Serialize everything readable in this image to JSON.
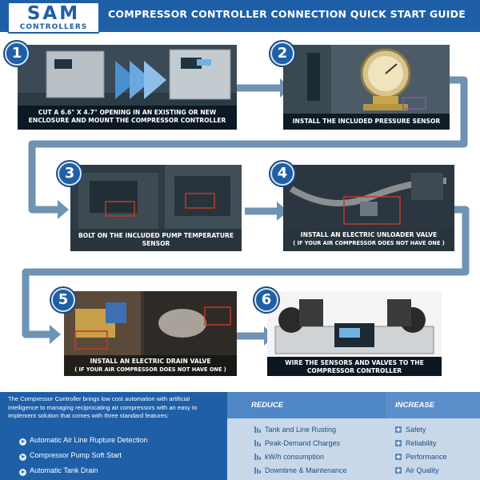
{
  "header": {
    "logo_main": "SAM",
    "logo_sub": "CONTROLLERS",
    "title": "COMPRESSOR CONTROLLER CONNECTION QUICK START GUIDE"
  },
  "steps": [
    {
      "number": "1",
      "caption": "CUT A 6.6\" X 4.7\" OPENING IN AN EXISTING OR NEW ENCLOSURE AND MOUNT THE COMPRESSOR CONTROLLER",
      "sub": ""
    },
    {
      "number": "2",
      "caption": "INSTALL THE INCLUDED PRESSURE SENSOR",
      "sub": ""
    },
    {
      "number": "3",
      "caption": "BOLT ON THE INCLUDED PUMP TEMPERATURE SENSOR",
      "sub": ""
    },
    {
      "number": "4",
      "caption": "INSTALL AN ELECTRIC UNLOADER VALVE",
      "sub": "( IF YOUR AIR COMPRESSOR DOES NOT HAVE ONE )"
    },
    {
      "number": "5",
      "caption": "INSTALL AN ELECTRIC DRAIN VALVE",
      "sub": "( IF YOUR AIR COMPRESSOR DOES NOT HAVE ONE )"
    },
    {
      "number": "6",
      "caption": "WIRE THE SENSORS AND VALVES TO THE COMPRESSOR CONTROLLER",
      "sub": ""
    }
  ],
  "intro": "The Compressor Controller brings low cost automation with artificial intelligence to managing reciprocating air compressors with an easy to implement solution that comes with three standard features:",
  "features": [
    "Automatic Air Line Rupture Detection",
    "Compressor Pump Soft Start",
    "Automatic Tank Drain"
  ],
  "reduce": {
    "heading": "REDUCE",
    "items": [
      "Tank and Line Rusting",
      "Peak-Demand Charges",
      "kW/h consumption",
      "Downtime & Maintenance"
    ]
  },
  "increase": {
    "heading": "INCREASE",
    "items": [
      "Safety",
      "Reliability",
      "Performance",
      "Air Quality"
    ]
  },
  "colors": {
    "brand_blue": "#1f5fa8",
    "flow_path": "#5e86a8",
    "column_bg": "#c9d8e9"
  },
  "icons": {
    "feature_bullet": "arrow-circle-icon",
    "reduce_bullet": "down-bars-icon",
    "increase_bullet": "plus-square-icon"
  }
}
